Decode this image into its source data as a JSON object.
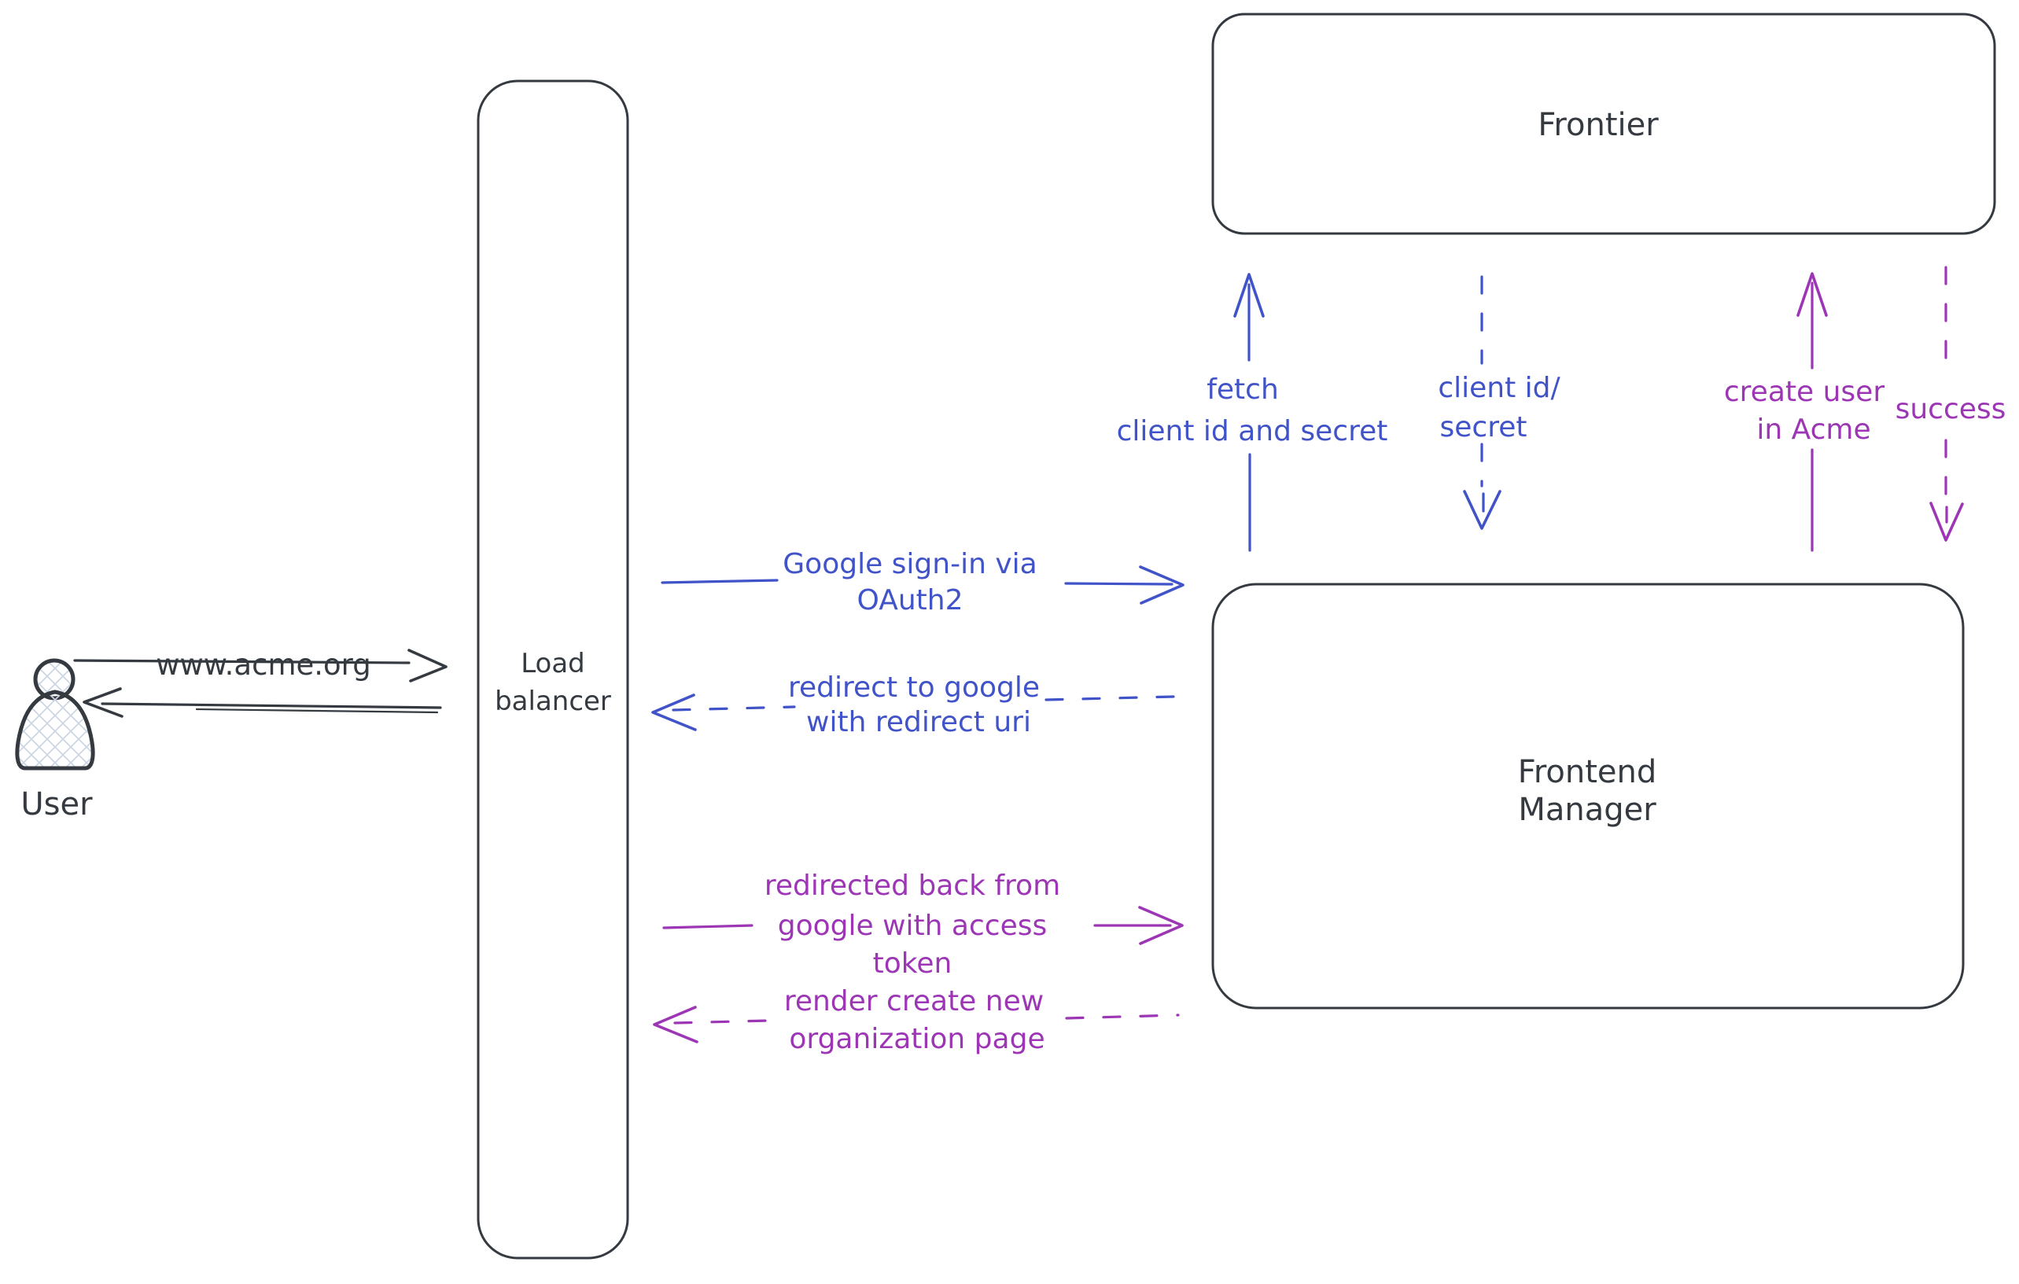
{
  "colors": {
    "ink": "#343a40",
    "blue": "#4053c8",
    "purple": "#9c36b5",
    "hatch": "#ccd6e2",
    "background": "#ffffff"
  },
  "nodes": {
    "user": {
      "label": "User"
    },
    "load_balancer": {
      "lines": [
        "Load",
        "balancer"
      ]
    },
    "frontier": {
      "label": "Frontier"
    },
    "frontend_manager": {
      "lines": [
        "Frontend",
        "Manager"
      ]
    }
  },
  "edges": {
    "user_to_lb": {
      "label": "www.acme.org",
      "style": "solid",
      "color": "ink",
      "direction": "right"
    },
    "lb_to_user": {
      "style": "solid",
      "color": "ink",
      "direction": "left"
    },
    "google_signin": {
      "lines": [
        "Google sign-in via",
        "OAuth2"
      ],
      "style": "solid",
      "color": "blue",
      "direction": "right"
    },
    "redirect_google": {
      "lines": [
        "redirect to google",
        "with redirect uri"
      ],
      "style": "dashed",
      "color": "blue",
      "direction": "left"
    },
    "fetch_client": {
      "lines": [
        "fetch",
        "client id and secret"
      ],
      "style": "solid",
      "color": "blue",
      "direction": "up"
    },
    "client_id_secret": {
      "lines": [
        "client id/",
        "secret"
      ],
      "style": "dashed",
      "color": "blue",
      "direction": "down"
    },
    "create_user": {
      "lines": [
        "create user",
        "in Acme"
      ],
      "style": "solid",
      "color": "purple",
      "direction": "up"
    },
    "success": {
      "label": "success",
      "style": "dashed",
      "color": "purple",
      "direction": "down"
    },
    "redirected_back": {
      "lines": [
        "redirected back from",
        "google with access",
        "token"
      ],
      "style": "solid",
      "color": "purple",
      "direction": "right"
    },
    "render_org_page": {
      "lines": [
        "render create new",
        "organization page"
      ],
      "style": "dashed",
      "color": "purple",
      "direction": "left"
    }
  }
}
